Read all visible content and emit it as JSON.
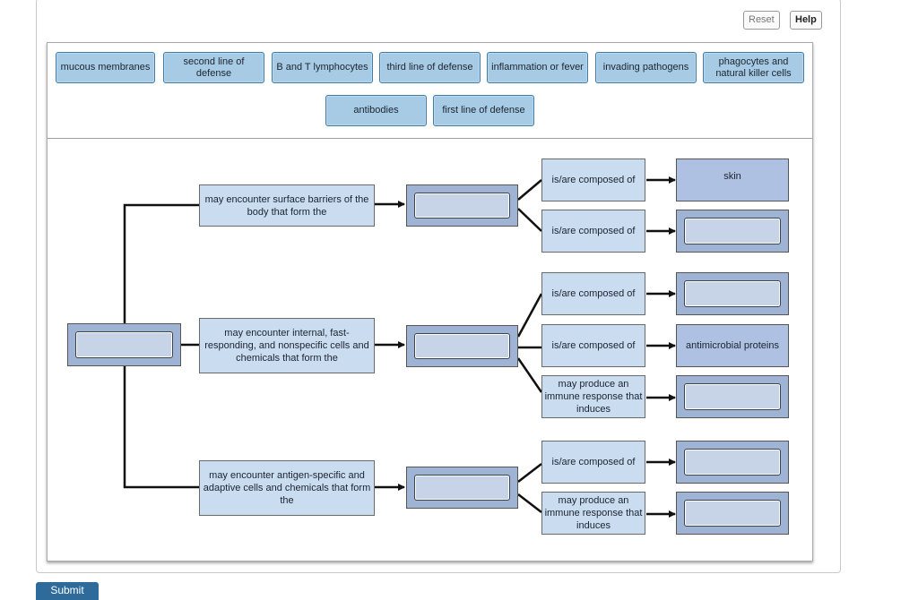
{
  "toolbar": {
    "reset_label": "Reset",
    "help_label": "Help"
  },
  "label_bank": [
    "mucous membranes",
    "second line of defense",
    "B and T lymphocytes",
    "third line of defense",
    "inflammation or fever",
    "invading pathogens",
    "phagocytes and natural killer cells",
    "antibodies",
    "first line of defense"
  ],
  "diagram": {
    "statements": [
      "may encounter surface barriers of the body that form the",
      "may encounter internal, fast-responding, and nonspecific cells and chemicals that form the",
      "may encounter antigen-specific and adaptive cells and chemicals that form the"
    ],
    "connectors": {
      "composed_of": "is/are composed of",
      "produce": "may produce an immune response that induces"
    },
    "filled": {
      "skin": "skin",
      "antimicrobial": "antimicrobial proteins"
    }
  },
  "footer": {
    "submit_label": "Submit"
  }
}
